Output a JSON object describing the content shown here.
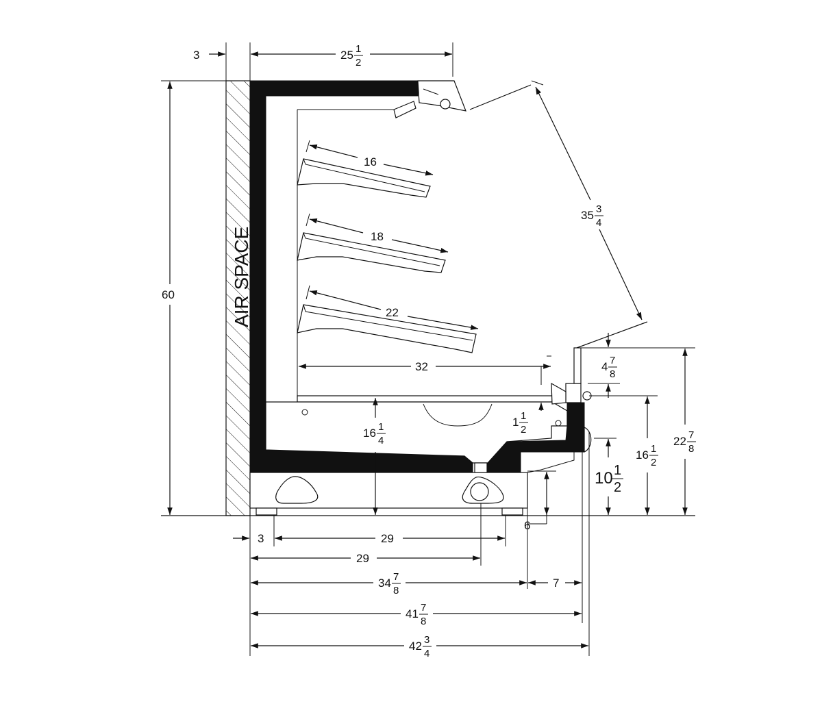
{
  "drawing": {
    "air_space_label": "AIR SPACE",
    "dimensions": {
      "wall_gap_top": "3",
      "top_depth": {
        "whole": "25",
        "num": "1",
        "den": "2"
      },
      "height_total": "60",
      "shelf_top": "16",
      "shelf_mid": "18",
      "shelf_bottom": "22",
      "front_glass": {
        "whole": "35",
        "num": "3",
        "den": "4"
      },
      "deck_depth": "32",
      "front_post": {
        "whole": "4",
        "num": "7",
        "den": "8"
      },
      "deck_step": {
        "whole": "1",
        "num": "1",
        "den": "2"
      },
      "deck_height": {
        "whole": "16",
        "num": "1",
        "den": "4"
      },
      "bumper_height": {
        "whole": "16",
        "num": "1",
        "den": "2"
      },
      "front_height": {
        "whole": "22",
        "num": "7",
        "den": "8"
      },
      "kick_height": {
        "whole": "10",
        "num": "1",
        "den": "2"
      },
      "toe_height": "6",
      "wall_gap_bottom": "3",
      "leg_spacing": "29",
      "drain_location": "29",
      "base_depth": {
        "whole": "34",
        "num": "7",
        "den": "8"
      },
      "toe_depth": "7",
      "body_depth": {
        "whole": "41",
        "num": "7",
        "den": "8"
      },
      "overall_depth": {
        "whole": "42",
        "num": "3",
        "den": "4"
      }
    }
  }
}
